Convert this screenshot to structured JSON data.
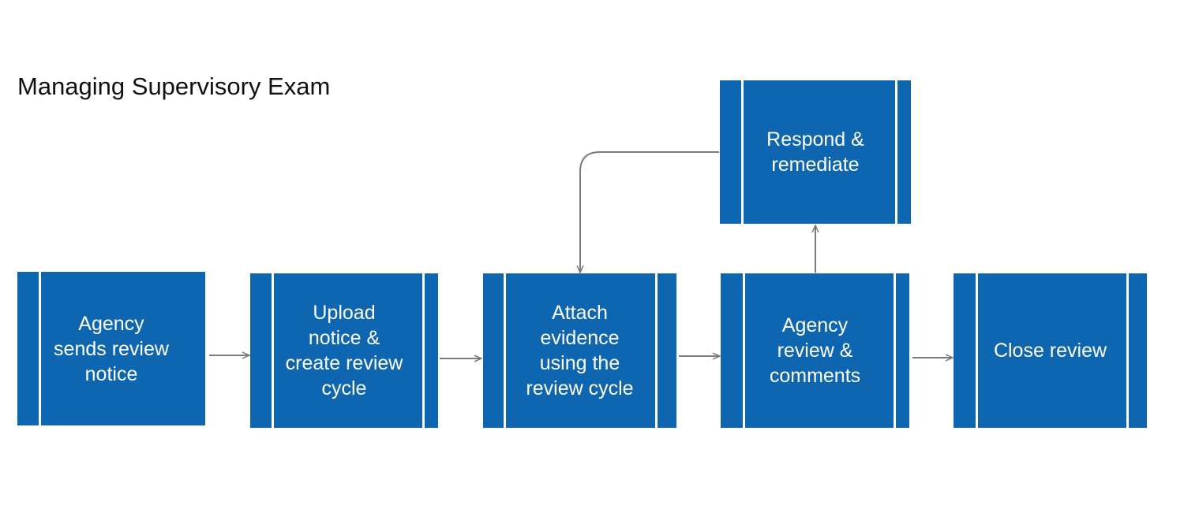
{
  "title": "Managing Supervisory Exam",
  "colors": {
    "node_fill": "#0f66b0",
    "node_divider": "#ffffff",
    "connector": "#7a7a7a",
    "title_text": "#111111"
  },
  "nodes": [
    {
      "id": "agency-sends-review-notice",
      "label": "Agency\nsends review\nnotice"
    },
    {
      "id": "upload-notice",
      "label": "Upload\nnotice &\ncreate review\ncycle"
    },
    {
      "id": "attach-evidence",
      "label": "Attach\nevidence\nusing the\nreview cycle"
    },
    {
      "id": "agency-review",
      "label": "Agency\nreview &\ncomments"
    },
    {
      "id": "close-review",
      "label": "Close review"
    },
    {
      "id": "respond-remediate",
      "label": "Respond &\nremediate"
    }
  ],
  "edges": [
    {
      "from": "agency-sends-review-notice",
      "to": "upload-notice"
    },
    {
      "from": "upload-notice",
      "to": "attach-evidence"
    },
    {
      "from": "attach-evidence",
      "to": "agency-review"
    },
    {
      "from": "agency-review",
      "to": "close-review"
    },
    {
      "from": "agency-review",
      "to": "respond-remediate"
    },
    {
      "from": "respond-remediate",
      "to": "attach-evidence"
    }
  ]
}
